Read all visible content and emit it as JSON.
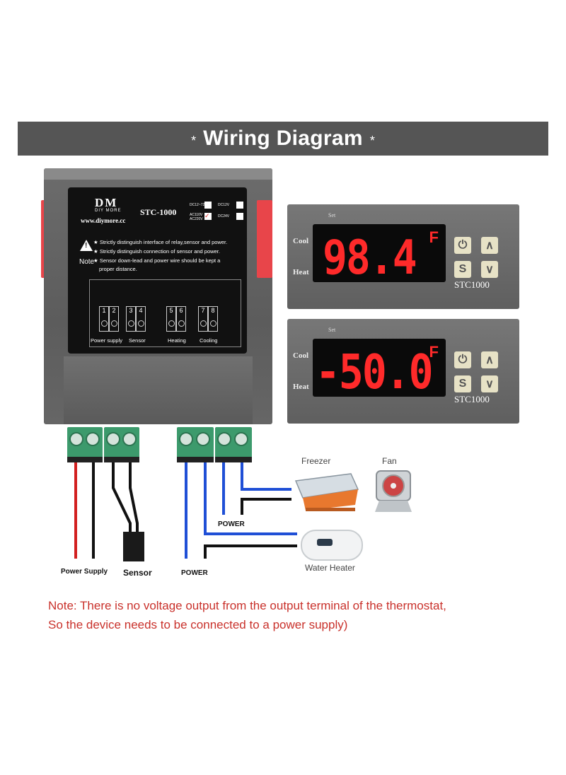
{
  "banner": {
    "star": "*",
    "title": "Wiring Diagram"
  },
  "controller": {
    "logo": "DM",
    "logo_sub": "DIY MORE",
    "model": "STC-1000",
    "website": "www.diymore.cc",
    "voltage_options": [
      "DC12~72V",
      "DC12V",
      "AC110V AC220V",
      "DC24V"
    ],
    "note_label": "Note",
    "notes": [
      "Strictly distinguish interface of relay,sensor and power.",
      "Strictly distinguish connection of sensor and power.",
      "Sensor down-lead and power wire should be kept a",
      "proper distance."
    ],
    "terminals": [
      "1",
      "2",
      "3",
      "4",
      "5",
      "6",
      "7",
      "8"
    ],
    "terminal_groups": [
      "Power supply",
      "Sensor",
      "Heating",
      "Cooling"
    ]
  },
  "displays": [
    {
      "set": "Set",
      "cool": "Cool",
      "heat": "Heat",
      "value": "98.4",
      "unit": "F",
      "brand": "STC1000"
    },
    {
      "set": "Set",
      "cool": "Cool",
      "heat": "Heat",
      "value": "-50.0",
      "unit": "F",
      "brand": "STC1000"
    }
  ],
  "wiring": {
    "labels": {
      "power_supply": "Power Supply",
      "sensor": "Sensor",
      "power_bottom": "POWER",
      "power_mid": "POWER",
      "freezer": "Freezer",
      "fan": "Fan",
      "water_heater": "Water Heater"
    },
    "colors": {
      "red": "#d22020",
      "black": "#111111",
      "blue": "#1f4fd6",
      "terminal_green": "#3c9a6c"
    }
  },
  "footer_note": {
    "line1": "Note: There is no voltage output from the output terminal of the thermostat,",
    "line2": "So the device needs to be connected to a power supply)"
  }
}
